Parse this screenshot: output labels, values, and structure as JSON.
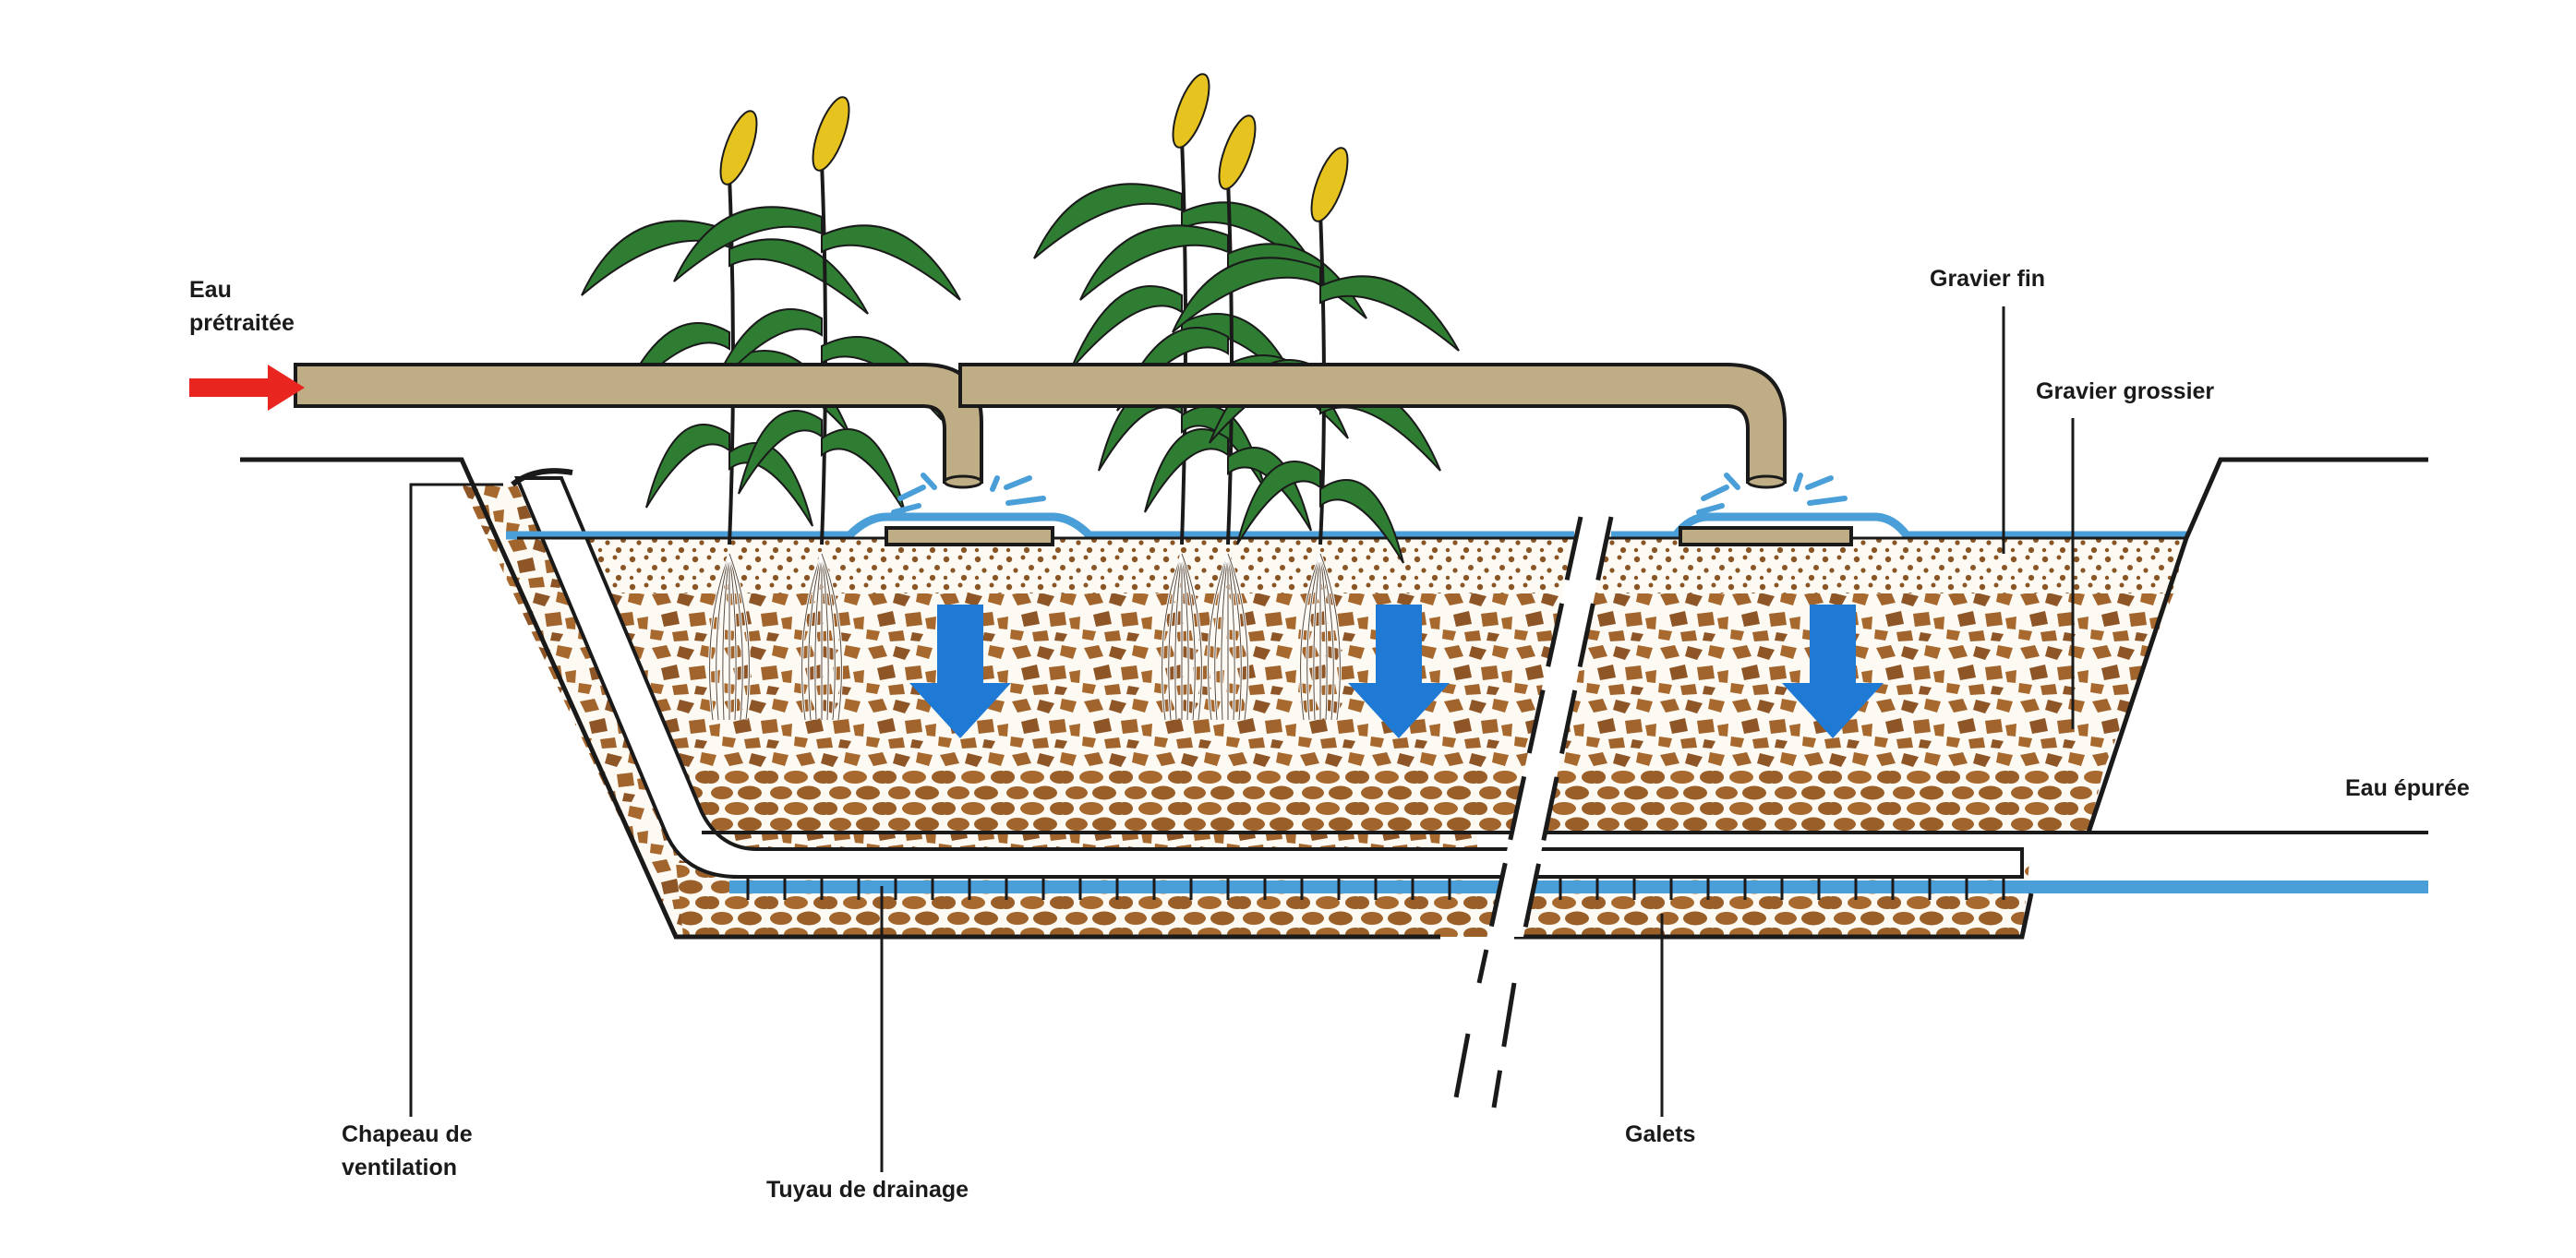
{
  "labels": {
    "inlet": [
      "Eau",
      "prétraitée"
    ],
    "fine_gravel": "Gravier fin",
    "coarse_gravel": "Gravier grossier",
    "treated_water": "Eau épurée",
    "vent_cap": [
      "Chapeau de",
      "ventilation"
    ],
    "drain_pipe": "Tuyau de drainage",
    "pebbles": "Galets"
  },
  "colors": {
    "pipe": "#bfad85",
    "pipe_stroke": "#8c7a52",
    "water": "#4a9fd8",
    "flow_arrow": "#1f7ad6",
    "inlet_arrow": "#e8251f",
    "gravel": "#a0642c",
    "plant_leaf": "#2e7d32",
    "flower": "#e6c31e"
  },
  "icons": [
    "inlet-arrow-icon",
    "flow-down-arrow-icon",
    "reed-plant-icon"
  ]
}
